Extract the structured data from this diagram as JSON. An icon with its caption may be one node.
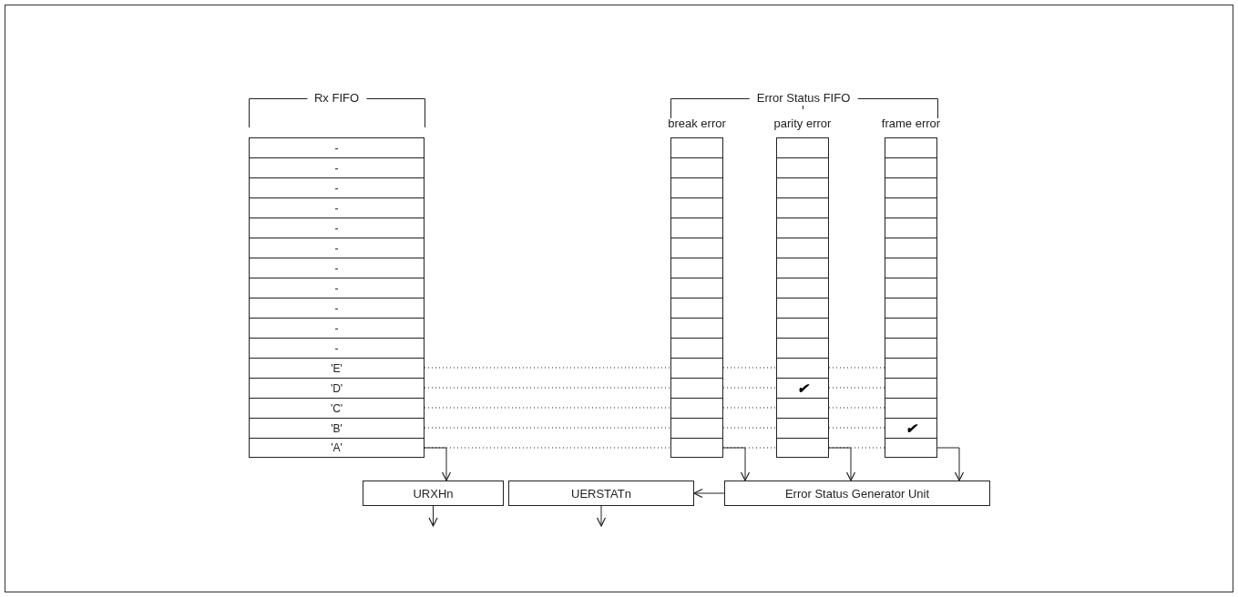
{
  "diagram": {
    "nodes": [
      {
        "text": [
          "-"
        ]
      },
      {
        "text": [
          "-"
        ]
      },
      {
        "text": [
          "-"
        ]
      },
      {
        "text": [
          "-"
        ]
      },
      {
        "text": [
          "-"
        ]
      },
      {
        "text": [
          "-"
        ]
      },
      {
        "text": [
          "-"
        ]
      },
      {
        "text": [
          "-"
        ]
      },
      {
        "text": [
          "-"
        ]
      },
      {
        "text": [
          "-"
        ]
      },
      {
        "text": [
          "-"
        ]
      },
      {
        "text": [
          "'E'"
        ]
      },
      {
        "text": [
          "'D'"
        ]
      },
      {
        "text": [
          "'C'"
        ]
      },
      {
        "text": [
          "'B'"
        ]
      },
      {
        "text": [
          "'A'"
        ]
      },
      {
        "text": [],
        "shape": "box"
      },
      {
        "text": [],
        "shape": "box"
      },
      {
        "text": [],
        "shape": "box"
      },
      {
        "text": [],
        "shape": "box"
      },
      {
        "text": [],
        "shape": "box"
      },
      {
        "text": [],
        "shape": "box"
      },
      {
        "text": [],
        "shape": "box"
      },
      {
        "text": [],
        "shape": "box"
      },
      {
        "text": [],
        "shape": "box"
      },
      {
        "text": [],
        "shape": "box"
      },
      {
        "text": [],
        "shape": "box"
      },
      {
        "text": [],
        "shape": "box"
      },
      {
        "text": [],
        "shape": "box"
      },
      {
        "text": [],
        "shape": "box"
      },
      {
        "text": [],
        "shape": "box"
      },
      {
        "text": [],
        "shape": "box"
      },
      {
        "text": [],
        "shape": "box"
      },
      {
        "text": [],
        "shape": "box"
      },
      {
        "text": [],
        "shape": "box"
      },
      {
        "text": [],
        "shape": "box"
      },
      {
        "text": [],
        "shape": "box"
      },
      {
        "text": [],
        "shape": "box"
      },
      {
        "text": [],
        "shape": "box"
      },
      {
        "text": [],
        "shape": "box"
      },
      {
        "text": [],
        "shape": "box"
      },
      {
        "text": [],
        "shape": "box"
      },
      {
        "text": [],
        "shape": "box"
      },
      {
        "text": [],
        "shape": "box"
      },
      {
        "text": [
          "✔"
        ]
      },
      {
        "text": [],
        "shape": "box"
      },
      {
        "text": [],
        "shape": "box"
      },
      {
        "text": [],
        "shape": "box"
      },
      {
        "text": [],
        "shape": "box"
      },
      {
        "text": [],
        "shape": "box"
      },
      {
        "text": [],
        "shape": "box"
      },
      {
        "text": [],
        "shape": "box"
      },
      {
        "text": [],
        "shape": "box"
      },
      {
        "text": [],
        "shape": "box"
      },
      {
        "text": [],
        "shape": "box"
      },
      {
        "text": [],
        "shape": "box"
      },
      {
        "text": [],
        "shape": "box"
      },
      {
        "text": [],
        "shape": "box"
      },
      {
        "text": [],
        "shape": "box"
      },
      {
        "text": [],
        "shape": "box"
      },
      {
        "text": [],
        "shape": "box"
      },
      {
        "text": [],
        "shape": "box"
      },
      {
        "text": [
          "✔"
        ]
      },
      {
        "text": [],
        "shape": "box"
      },
      {
        "text": [
          "URXHn"
        ]
      },
      {
        "text": [
          "UERSTATn"
        ]
      },
      {
        "text": [
          "Error Status Generator Unit"
        ]
      }
    ],
    "edges": [
      {
        "from": 15,
        "to": 64,
        "arrow": "to"
      },
      {
        "from": 31,
        "to": 66,
        "arrow": "to"
      },
      {
        "from": 47,
        "to": 66,
        "arrow": "to"
      },
      {
        "from": 63,
        "to": 66,
        "arrow": "to"
      },
      {
        "from": 66,
        "to": 65,
        "arrow": "to"
      },
      {
        "from": 64,
        "to": null,
        "arrow": "to"
      },
      {
        "from": 65,
        "to": null,
        "arrow": "to"
      },
      {
        "from": 11,
        "to": 27,
        "arrow": "none",
        "style": "dashed"
      },
      {
        "from": 27,
        "to": 43,
        "arrow": "none",
        "style": "dashed"
      },
      {
        "from": 43,
        "to": 59,
        "arrow": "none",
        "style": "dashed"
      },
      {
        "from": 12,
        "to": 28,
        "arrow": "none",
        "style": "dashed"
      },
      {
        "from": 28,
        "to": 44,
        "arrow": "none",
        "style": "dashed"
      },
      {
        "from": 44,
        "to": 60,
        "arrow": "none",
        "style": "dashed"
      },
      {
        "from": 13,
        "to": 29,
        "arrow": "none",
        "style": "dashed"
      },
      {
        "from": 29,
        "to": 45,
        "arrow": "none",
        "style": "dashed"
      },
      {
        "from": 45,
        "to": 61,
        "arrow": "none",
        "style": "dashed"
      },
      {
        "from": 14,
        "to": 30,
        "arrow": "none",
        "style": "dashed"
      },
      {
        "from": 30,
        "to": 46,
        "arrow": "none",
        "style": "dashed"
      },
      {
        "from": 46,
        "to": 62,
        "arrow": "none",
        "style": "dashed"
      },
      {
        "from": 15,
        "to": 31,
        "arrow": "none",
        "style": "dashed"
      },
      {
        "from": 31,
        "to": 47,
        "arrow": "none",
        "style": "dashed"
      },
      {
        "from": 47,
        "to": 63,
        "arrow": "none",
        "style": "dashed"
      }
    ],
    "labels": [
      "Rx FIFO",
      "Error Status FIFO",
      "break error",
      "parity error",
      "frame error"
    ]
  }
}
